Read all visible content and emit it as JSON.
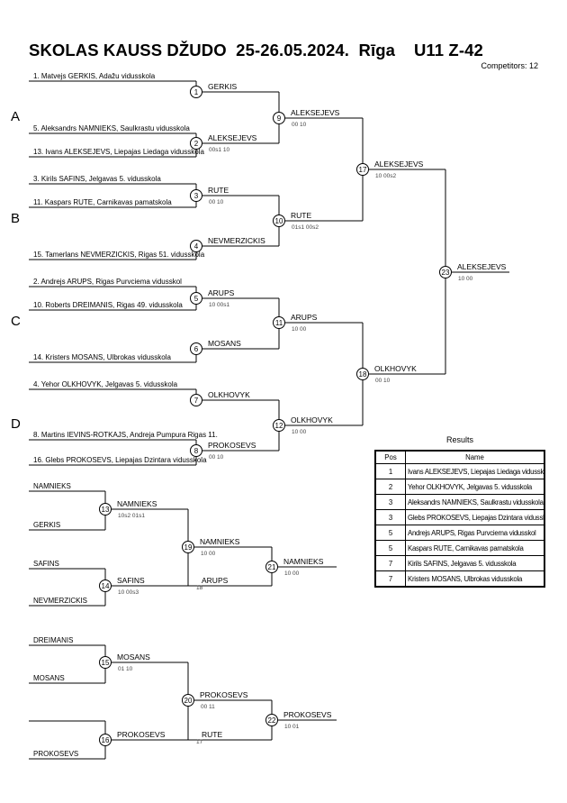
{
  "header": {
    "title": "SKOLAS KAUSS DŽUDO  25-26.05.2024.  Rīga    U11 Z-42",
    "competitors": "Competitors: 12"
  },
  "pools": [
    "A",
    "B",
    "C",
    "D"
  ],
  "entrants": [
    "1. Matvejs GERKIS, Adažu vidusskola",
    "5. Aleksandrs NAMNIEKS, Saulkrastu vidusskola",
    "13. Ivans ALEKSEJEVS, Liepajas Liedaga vidusskola",
    "3. Kirils SAFINS, Jelgavas 5. vidusskola",
    "11. Kaspars RUTE, Carnikavas pamatskola",
    "15. Tamerlans NEVMERZICKIS, Rigas 51. vidusskola",
    "2. Andrejs ARUPS, Rigas Purvciema vidusskol",
    "10. Roberts DREIMANIS, Rigas 49. vidusskola",
    "14. Kristers MOSANS, Ulbrokas vidusskola",
    "4. Yehor OLKHOVYK, Jelgavas 5. vidusskola",
    "8. Martins IEVINS-ROTKAJS, Andreja Pumpura Rigas 11.",
    "16. Glebs PROKOSEVS, Liepajas Dzintara vidusskola"
  ],
  "repechage_entrants": [
    "NAMNIEKS",
    "GERKIS",
    "SAFINS",
    "NEVMERZICKIS",
    "DREIMANIS",
    "MOSANS",
    "PROKOSEVS"
  ],
  "matches": [
    {
      "no": "1",
      "winner": "GERKIS",
      "score": ""
    },
    {
      "no": "2",
      "winner": "ALEKSEJEVS",
      "score": "00s1  10"
    },
    {
      "no": "3",
      "winner": "RUTE",
      "score": "00  10"
    },
    {
      "no": "4",
      "winner": "NEVMERZICKIS",
      "score": ""
    },
    {
      "no": "5",
      "winner": "ARUPS",
      "score": "10  00s1"
    },
    {
      "no": "6",
      "winner": "MOSANS",
      "score": ""
    },
    {
      "no": "7",
      "winner": "OLKHOVYK",
      "score": ""
    },
    {
      "no": "8",
      "winner": "PROKOSEVS",
      "score": "00  10"
    },
    {
      "no": "9",
      "winner": "ALEKSEJEVS",
      "score": "00  10"
    },
    {
      "no": "10",
      "winner": "RUTE",
      "score": "01s1  00s2"
    },
    {
      "no": "11",
      "winner": "ARUPS",
      "score": "10  00"
    },
    {
      "no": "12",
      "winner": "OLKHOVYK",
      "score": "10  00"
    },
    {
      "no": "17",
      "winner": "ALEKSEJEVS",
      "score": "10  00s2"
    },
    {
      "no": "18",
      "winner": "OLKHOVYK",
      "score": "00  10"
    },
    {
      "no": "23",
      "winner": "ALEKSEJEVS",
      "score": "10  00"
    },
    {
      "no": "13",
      "winner": "NAMNIEKS",
      "score": "10s2  01s1"
    },
    {
      "no": "14",
      "winner": "SAFINS",
      "score": "10  00s3"
    },
    {
      "no": "19",
      "winner": "NAMNIEKS",
      "score": "10  00"
    },
    {
      "no": "21",
      "winner": "NAMNIEKS",
      "score": "10  00"
    },
    {
      "no": "15",
      "winner": "MOSANS",
      "score": "01  10"
    },
    {
      "no": "16",
      "winner": "PROKOSEVS",
      "score": ""
    },
    {
      "no": "20",
      "winner": "PROKOSEVS",
      "score": "00  11"
    },
    {
      "no": "22",
      "winner": "PROKOSEVS",
      "score": "10  01"
    }
  ],
  "drop_ins": [
    {
      "name": "ARUPS",
      "from": "18"
    },
    {
      "name": "RUTE",
      "from": "17"
    }
  ],
  "results": {
    "title": "Results",
    "headers": {
      "pos": "Pos",
      "name": "Name"
    },
    "rows": [
      {
        "pos": "1",
        "name": "Ivans ALEKSEJEVS, Liepajas Liedaga vidusskola"
      },
      {
        "pos": "2",
        "name": "Yehor OLKHOVYK, Jelgavas 5. vidusskola"
      },
      {
        "pos": "3",
        "name": "Aleksandrs NAMNIEKS, Saulkrastu vidusskola"
      },
      {
        "pos": "3",
        "name": "Glebs PROKOSEVS, Liepajas Dzintara vidusskola"
      },
      {
        "pos": "5",
        "name": "Andrejs ARUPS, Rigas Purvciema vidusskol"
      },
      {
        "pos": "5",
        "name": "Kaspars RUTE, Carnikavas pamatskola"
      },
      {
        "pos": "7",
        "name": "Kirils SAFINS, Jelgavas 5. vidusskola"
      },
      {
        "pos": "7",
        "name": "Kristers MOSANS, Ulbrokas vidusskola"
      }
    ]
  }
}
